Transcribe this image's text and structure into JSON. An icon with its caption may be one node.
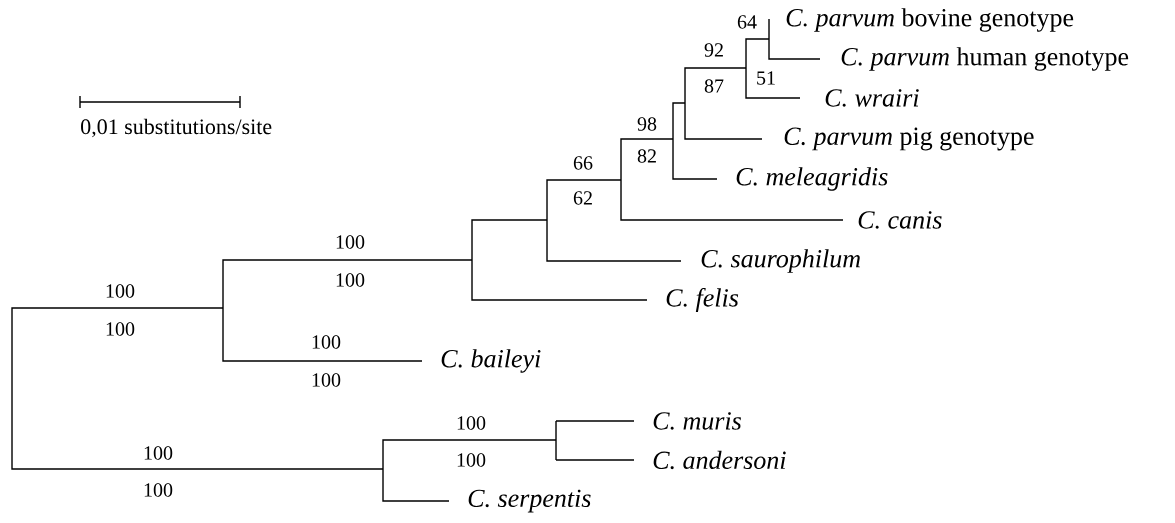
{
  "diagram": {
    "labels": [
      "64",
      "*C. parvum* bovine genotype",
      "92",
      "*C. parvum* human genotype",
      "51",
      "87",
      "C. wrairi",
      "0,01 substitutions/site",
      "98",
      "*C. parvum* pig genotype",
      "82",
      "66",
      "C. meleagridis",
      "62",
      "C. canis",
      "100",
      "C. saurophilum",
      "100",
      "100",
      "C. felis",
      "100",
      "100",
      "C. baileyi",
      "100",
      "100",
      "C. muris",
      "100",
      "100",
      "C. andersoni",
      "100",
      "C. serpentis"
    ]
  }
}
